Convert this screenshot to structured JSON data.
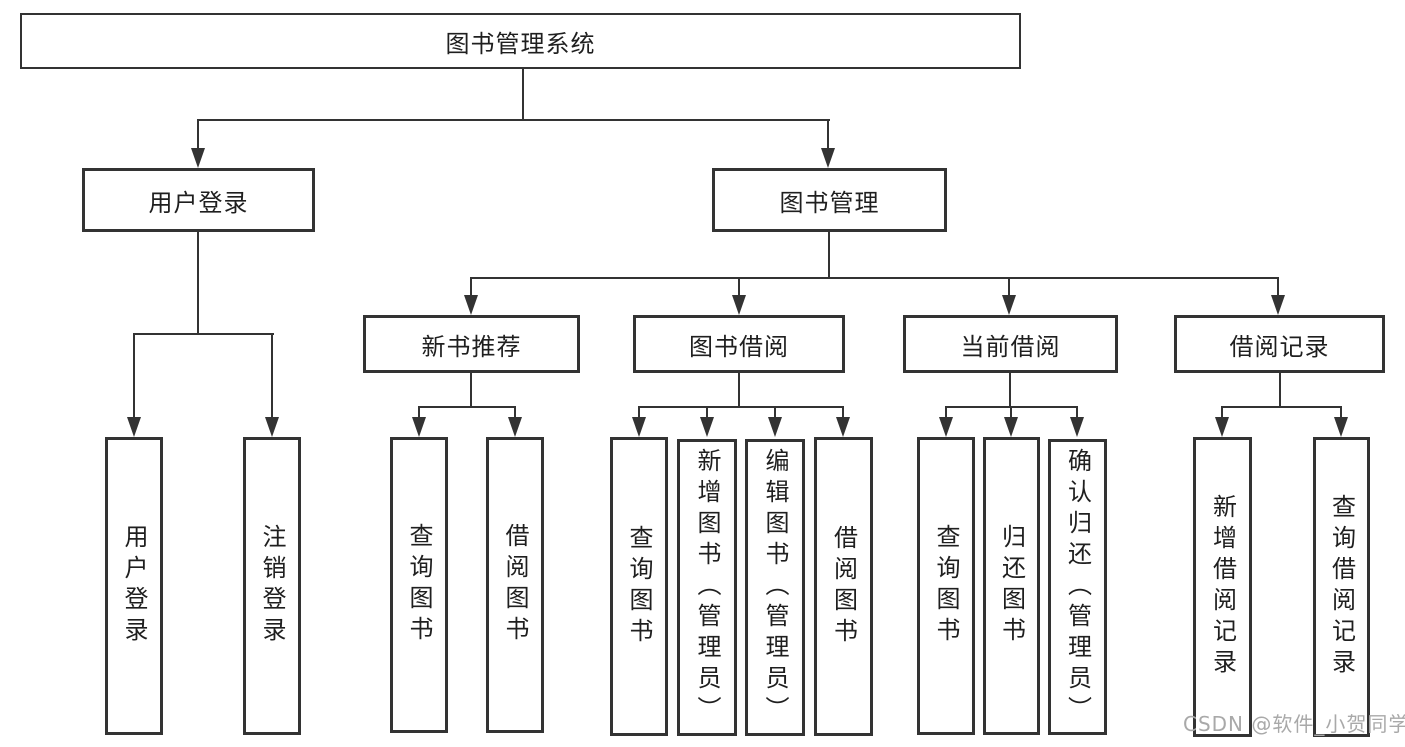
{
  "tree": {
    "root": {
      "label": "图书管理系统",
      "children": [
        {
          "label": "用户登录",
          "children": [
            {
              "label": "用户登录"
            },
            {
              "label": "注销登录"
            }
          ]
        },
        {
          "label": "图书管理",
          "children": [
            {
              "label": "新书推荐",
              "children": [
                {
                  "label": "查询图书"
                },
                {
                  "label": "借阅图书"
                }
              ]
            },
            {
              "label": "图书借阅",
              "children": [
                {
                  "label": "查询图书"
                },
                {
                  "label": "新增图书（管理员）"
                },
                {
                  "label": "编辑图书（管理员）"
                },
                {
                  "label": "借阅图书"
                }
              ]
            },
            {
              "label": "当前借阅",
              "children": [
                {
                  "label": "查询图书"
                },
                {
                  "label": "归还图书"
                },
                {
                  "label": "确认归还（管理员）"
                }
              ]
            },
            {
              "label": "借阅记录",
              "children": [
                {
                  "label": "新增借阅记录"
                },
                {
                  "label": "查询借阅记录"
                }
              ]
            }
          ]
        }
      ]
    }
  },
  "colors": {
    "line": "#333333",
    "text": "#1f1f1f",
    "watermark": "#a9a9a9",
    "background": "#ffffff"
  },
  "watermark": {
    "text": "CSDN @软件_小贺同学"
  }
}
